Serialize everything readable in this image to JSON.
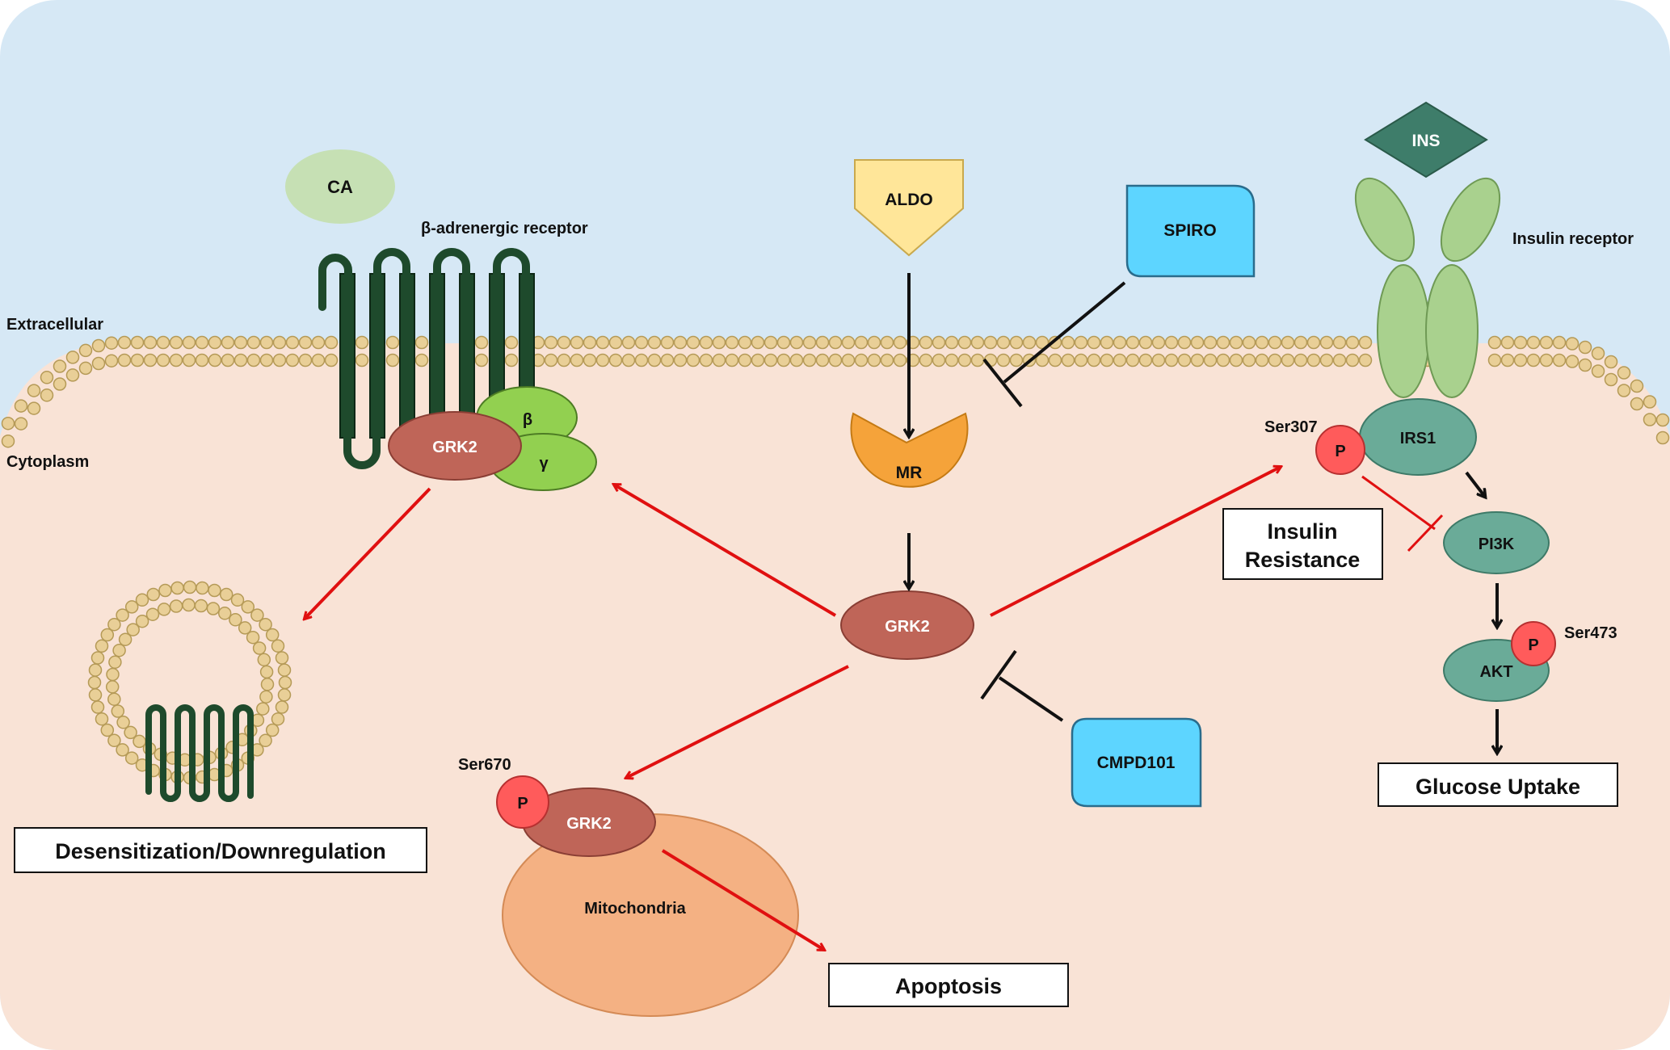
{
  "regions": {
    "extracellular": "Extracellular",
    "cytoplasm": "Cytoplasm"
  },
  "molecules": {
    "ca": "CA",
    "beta_receptor": "β-adrenergic receptor",
    "grk2_membrane": "GRK2",
    "g_beta": "β",
    "g_gamma": "γ",
    "aldo": "ALDO",
    "spiro": "SPIRO",
    "mr": "MR",
    "grk2_center": "GRK2",
    "cmpd101": "CMPD101",
    "ins": "INS",
    "insulin_receptor": "Insulin receptor",
    "irs1": "IRS1",
    "ser307": "Ser307",
    "p_irs1": "P",
    "pi3k": "PI3K",
    "akt": "AKT",
    "ser473": "Ser473",
    "p_akt": "P",
    "ser670": "Ser670",
    "p_grk2": "P",
    "grk2_mito": "GRK2",
    "mitochondria": "Mitochondria"
  },
  "outcomes": {
    "desensitization": "Desensitization/Downregulation",
    "insulin_resistance_line1": "Insulin",
    "insulin_resistance_line2": "Resistance",
    "glucose_uptake": "Glucose Uptake",
    "apoptosis": "Apoptosis"
  },
  "colors": {
    "extracellular_bg": "#d6e8f5",
    "cytoplasm_bg": "#f9e3d6",
    "lipid_bead": "#e9cf97",
    "lipid_stroke": "#b59a57",
    "receptor_dark_green": "#1e4a2c",
    "grk2": "#bf6558",
    "g_protein": "#92d050",
    "ca": "#c6e0b4",
    "aldo": "#ffe699",
    "spiro_cmpd": "#5dd5ff",
    "mr": "#f5a33a",
    "ins": "#3e7d6a",
    "insulin_receptor": "#a9d18e",
    "irs_pi3k_akt": "#6aab98",
    "phospho": "#ff5b5b",
    "mitochondria": "#f4b183",
    "activation_arrow": "#e01010",
    "pathway_arrow": "#111111"
  }
}
